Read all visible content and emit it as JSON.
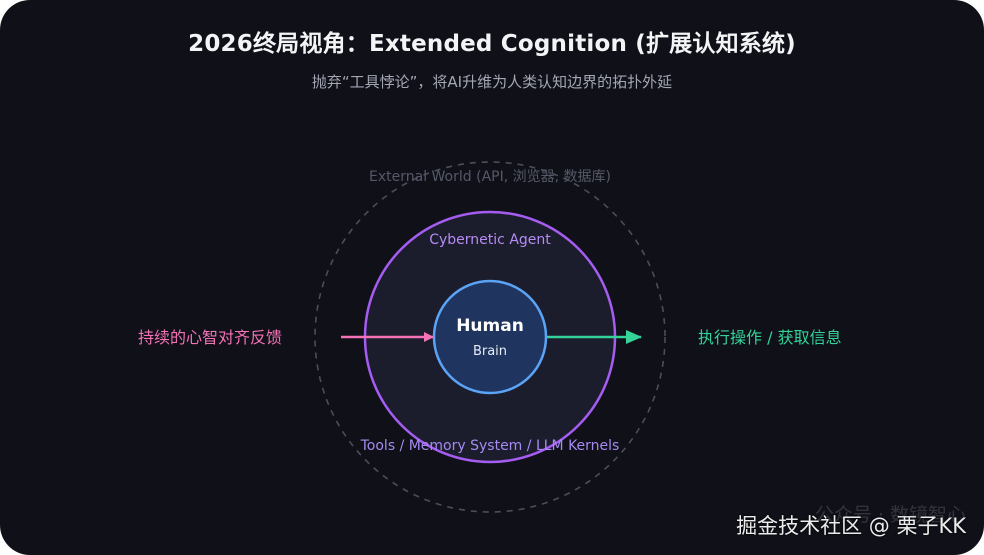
{
  "header": {
    "title": "2026终局视角：Extended Cognition (扩展认知系统)",
    "subtitle": "抛弃“工具悖论”，将AI升维为人类认知边界的拓扑外延"
  },
  "diagram": {
    "outer_ring_label": "External World (API, 浏览器, 数据库)",
    "agent_label": "Cybernetic Agent",
    "core_title": "Human",
    "core_subtitle": "Brain",
    "layer_label": "Tools / Memory System / LLM Kernels",
    "left_label": "持续的心智对齐反馈",
    "right_label": "执行操作 / 获取信息"
  },
  "colors": {
    "background": "#0f1018",
    "agent_ring": "#a55cf0",
    "core_ring": "#5ba3f5",
    "input_arrow": "#f472b6",
    "output_arrow": "#34d399"
  },
  "watermark": {
    "line1": "公众号 · 数镜智心",
    "line2": "掘金技术社区 @ 栗子KK"
  }
}
